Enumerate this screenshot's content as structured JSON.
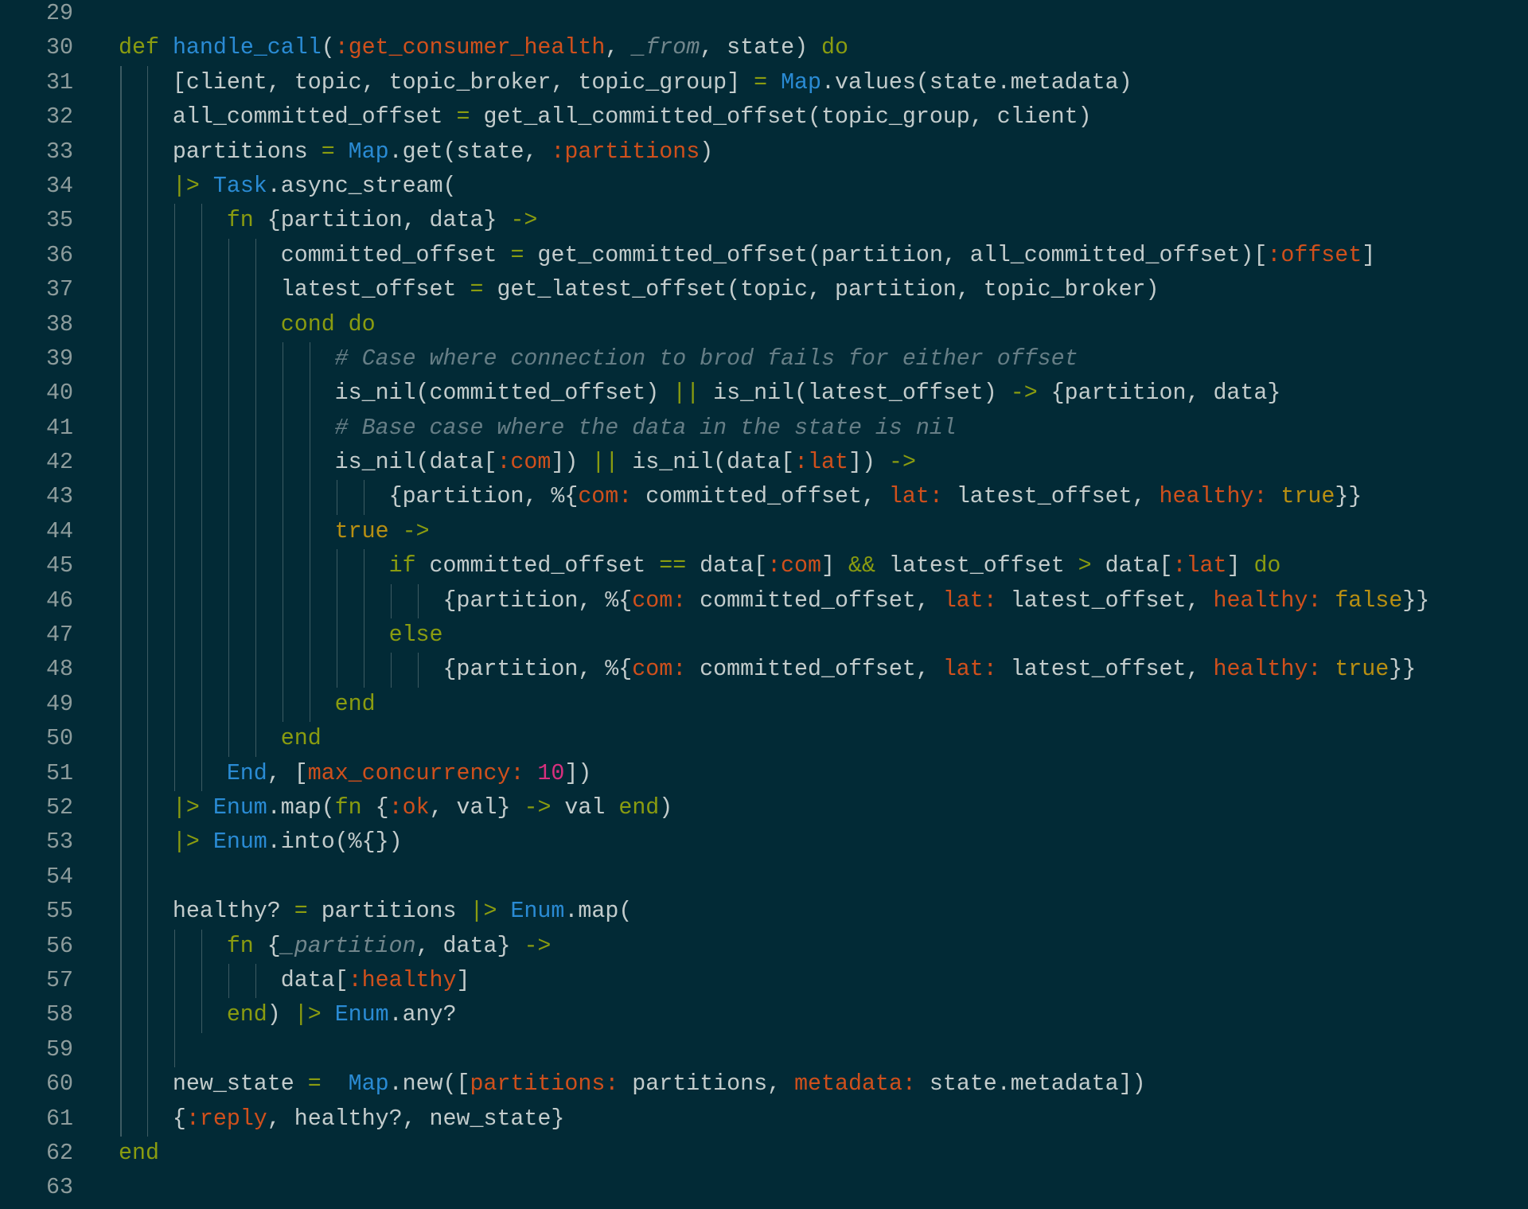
{
  "colors": {
    "background": "#022a36",
    "keyword": "#8a9c10",
    "function": "#2a8bd4",
    "atom": "#d0501c",
    "comment": "#667e86",
    "boolean": "#b88f12",
    "number": "#d8307e",
    "text": "#c3cccc"
  },
  "lines": [
    {
      "n": "29",
      "indent": 0,
      "guides": 0,
      "tokens": []
    },
    {
      "n": "30",
      "indent": 0,
      "guides": 0,
      "tokens": [
        [
          "k",
          "def "
        ],
        [
          "f",
          "handle_call"
        ],
        [
          "p",
          "("
        ],
        [
          "a",
          ":get_consumer_health"
        ],
        [
          "p",
          ", "
        ],
        [
          "v",
          "_from"
        ],
        [
          "p",
          ", state) "
        ],
        [
          "k",
          "do"
        ]
      ]
    },
    {
      "n": "31",
      "indent": 4,
      "guides": 2,
      "tokens": [
        [
          "p",
          "[client, topic, topic_broker, topic_group] "
        ],
        [
          "o",
          "="
        ],
        [
          "p",
          " "
        ],
        [
          "f",
          "Map"
        ],
        [
          "p",
          ".values(state.metadata)"
        ]
      ]
    },
    {
      "n": "32",
      "indent": 4,
      "guides": 2,
      "tokens": [
        [
          "p",
          "all_committed_offset "
        ],
        [
          "o",
          "="
        ],
        [
          "p",
          " get_all_committed_offset(topic_group, client)"
        ]
      ]
    },
    {
      "n": "33",
      "indent": 4,
      "guides": 2,
      "tokens": [
        [
          "p",
          "partitions "
        ],
        [
          "o",
          "="
        ],
        [
          "p",
          " "
        ],
        [
          "f",
          "Map"
        ],
        [
          "p",
          ".get(state, "
        ],
        [
          "a",
          ":partitions"
        ],
        [
          "p",
          ")"
        ]
      ]
    },
    {
      "n": "34",
      "indent": 4,
      "guides": 2,
      "tokens": [
        [
          "o",
          "|>"
        ],
        [
          "p",
          " "
        ],
        [
          "f",
          "Task"
        ],
        [
          "p",
          ".async_stream("
        ]
      ]
    },
    {
      "n": "35",
      "indent": 8,
      "guides": 4,
      "tokens": [
        [
          "k",
          "fn"
        ],
        [
          "p",
          " {partition, data} "
        ],
        [
          "o",
          "->"
        ]
      ]
    },
    {
      "n": "36",
      "indent": 12,
      "guides": 6,
      "tokens": [
        [
          "p",
          "committed_offset "
        ],
        [
          "o",
          "="
        ],
        [
          "p",
          " get_committed_offset(partition, all_committed_offset)["
        ],
        [
          "a",
          ":offset"
        ],
        [
          "p",
          "]"
        ]
      ]
    },
    {
      "n": "37",
      "indent": 12,
      "guides": 6,
      "tokens": [
        [
          "p",
          "latest_offset "
        ],
        [
          "o",
          "="
        ],
        [
          "p",
          " get_latest_offset(topic, partition, topic_broker)"
        ]
      ]
    },
    {
      "n": "38",
      "indent": 12,
      "guides": 6,
      "tokens": [
        [
          "k",
          "cond do"
        ]
      ]
    },
    {
      "n": "39",
      "indent": 16,
      "guides": 8,
      "tokens": [
        [
          "c",
          "# Case where connection to brod fails for either offset"
        ]
      ]
    },
    {
      "n": "40",
      "indent": 16,
      "guides": 8,
      "tokens": [
        [
          "p",
          "is_nil(committed_offset) "
        ],
        [
          "o",
          "||"
        ],
        [
          "p",
          " is_nil(latest_offset) "
        ],
        [
          "o",
          "->"
        ],
        [
          "p",
          " {partition, data}"
        ]
      ]
    },
    {
      "n": "41",
      "indent": 16,
      "guides": 8,
      "tokens": [
        [
          "c",
          "# Base case where the data in the state is nil"
        ]
      ]
    },
    {
      "n": "42",
      "indent": 16,
      "guides": 8,
      "tokens": [
        [
          "p",
          "is_nil(data["
        ],
        [
          "a",
          ":com"
        ],
        [
          "p",
          "]) "
        ],
        [
          "o",
          "||"
        ],
        [
          "p",
          " is_nil(data["
        ],
        [
          "a",
          ":lat"
        ],
        [
          "p",
          "]) "
        ],
        [
          "o",
          "->"
        ]
      ]
    },
    {
      "n": "43",
      "indent": 20,
      "guides": 10,
      "tokens": [
        [
          "p",
          "{partition, %{"
        ],
        [
          "a",
          "com:"
        ],
        [
          "p",
          " committed_offset, "
        ],
        [
          "a",
          "lat:"
        ],
        [
          "p",
          " latest_offset, "
        ],
        [
          "a",
          "healthy:"
        ],
        [
          "p",
          " "
        ],
        [
          "b",
          "true"
        ],
        [
          "p",
          "}}"
        ]
      ]
    },
    {
      "n": "44",
      "indent": 16,
      "guides": 8,
      "tokens": [
        [
          "b",
          "true"
        ],
        [
          "p",
          " "
        ],
        [
          "o",
          "->"
        ]
      ]
    },
    {
      "n": "45",
      "indent": 20,
      "guides": 10,
      "tokens": [
        [
          "k",
          "if"
        ],
        [
          "p",
          " committed_offset "
        ],
        [
          "o",
          "=="
        ],
        [
          "p",
          " data["
        ],
        [
          "a",
          ":com"
        ],
        [
          "p",
          "] "
        ],
        [
          "o",
          "&&"
        ],
        [
          "p",
          " latest_offset "
        ],
        [
          "o",
          ">"
        ],
        [
          "p",
          " data["
        ],
        [
          "a",
          ":lat"
        ],
        [
          "p",
          "] "
        ],
        [
          "k",
          "do"
        ]
      ]
    },
    {
      "n": "46",
      "indent": 24,
      "guides": 12,
      "tokens": [
        [
          "p",
          "{partition, %{"
        ],
        [
          "a",
          "com:"
        ],
        [
          "p",
          " committed_offset, "
        ],
        [
          "a",
          "lat:"
        ],
        [
          "p",
          " latest_offset, "
        ],
        [
          "a",
          "healthy:"
        ],
        [
          "p",
          " "
        ],
        [
          "b",
          "false"
        ],
        [
          "p",
          "}}"
        ]
      ]
    },
    {
      "n": "47",
      "indent": 20,
      "guides": 10,
      "tokens": [
        [
          "k",
          "else"
        ]
      ]
    },
    {
      "n": "48",
      "indent": 24,
      "guides": 12,
      "tokens": [
        [
          "p",
          "{partition, %{"
        ],
        [
          "a",
          "com:"
        ],
        [
          "p",
          " committed_offset, "
        ],
        [
          "a",
          "lat:"
        ],
        [
          "p",
          " latest_offset, "
        ],
        [
          "a",
          "healthy:"
        ],
        [
          "p",
          " "
        ],
        [
          "b",
          "true"
        ],
        [
          "p",
          "}}"
        ]
      ]
    },
    {
      "n": "49",
      "indent": 16,
      "guides": 8,
      "tokens": [
        [
          "k",
          "end"
        ]
      ]
    },
    {
      "n": "50",
      "indent": 12,
      "guides": 6,
      "tokens": [
        [
          "k",
          "end"
        ]
      ]
    },
    {
      "n": "51",
      "indent": 8,
      "guides": 4,
      "tokens": [
        [
          "f",
          "End"
        ],
        [
          "p",
          ", ["
        ],
        [
          "a",
          "max_concurrency:"
        ],
        [
          "p",
          " "
        ],
        [
          "n",
          "10"
        ],
        [
          "p",
          "])"
        ]
      ]
    },
    {
      "n": "52",
      "indent": 4,
      "guides": 2,
      "tokens": [
        [
          "o",
          "|>"
        ],
        [
          "p",
          " "
        ],
        [
          "f",
          "Enum"
        ],
        [
          "p",
          ".map("
        ],
        [
          "k",
          "fn"
        ],
        [
          "p",
          " {"
        ],
        [
          "a",
          ":ok"
        ],
        [
          "p",
          ", val} "
        ],
        [
          "o",
          "->"
        ],
        [
          "p",
          " val "
        ],
        [
          "k",
          "end"
        ],
        [
          "p",
          ")"
        ]
      ]
    },
    {
      "n": "53",
      "indent": 4,
      "guides": 2,
      "tokens": [
        [
          "o",
          "|>"
        ],
        [
          "p",
          " "
        ],
        [
          "f",
          "Enum"
        ],
        [
          "p",
          ".into(%{})"
        ]
      ]
    },
    {
      "n": "54",
      "indent": 0,
      "guides": 2,
      "tokens": []
    },
    {
      "n": "55",
      "indent": 4,
      "guides": 2,
      "tokens": [
        [
          "p",
          "healthy? "
        ],
        [
          "o",
          "="
        ],
        [
          "p",
          " partitions "
        ],
        [
          "o",
          "|>"
        ],
        [
          "p",
          " "
        ],
        [
          "f",
          "Enum"
        ],
        [
          "p",
          ".map("
        ]
      ]
    },
    {
      "n": "56",
      "indent": 8,
      "guides": 4,
      "tokens": [
        [
          "k",
          "fn"
        ],
        [
          "p",
          " {"
        ],
        [
          "v",
          "_partition"
        ],
        [
          "p",
          ", data} "
        ],
        [
          "o",
          "->"
        ]
      ]
    },
    {
      "n": "57",
      "indent": 12,
      "guides": 6,
      "tokens": [
        [
          "p",
          "data["
        ],
        [
          "a",
          ":healthy"
        ],
        [
          "p",
          "]"
        ]
      ]
    },
    {
      "n": "58",
      "indent": 8,
      "guides": 4,
      "tokens": [
        [
          "k",
          "end"
        ],
        [
          "p",
          ") "
        ],
        [
          "o",
          "|>"
        ],
        [
          "p",
          " "
        ],
        [
          "f",
          "Enum"
        ],
        [
          "p",
          ".any?"
        ]
      ]
    },
    {
      "n": "59",
      "indent": 0,
      "guides": 3,
      "tokens": []
    },
    {
      "n": "60",
      "indent": 4,
      "guides": 2,
      "tokens": [
        [
          "p",
          "new_state "
        ],
        [
          "o",
          "="
        ],
        [
          "p",
          "  "
        ],
        [
          "f",
          "Map"
        ],
        [
          "p",
          ".new(["
        ],
        [
          "a",
          "partitions:"
        ],
        [
          "p",
          " partitions, "
        ],
        [
          "a",
          "metadata:"
        ],
        [
          "p",
          " state.metadata])"
        ]
      ]
    },
    {
      "n": "61",
      "indent": 4,
      "guides": 2,
      "tokens": [
        [
          "p",
          "{"
        ],
        [
          "a",
          ":reply"
        ],
        [
          "p",
          ", healthy?, new_state}"
        ]
      ]
    },
    {
      "n": "62",
      "indent": 0,
      "guides": 0,
      "tokens": [
        [
          "k",
          "end"
        ]
      ]
    },
    {
      "n": "63",
      "indent": 0,
      "guides": 0,
      "tokens": []
    }
  ]
}
